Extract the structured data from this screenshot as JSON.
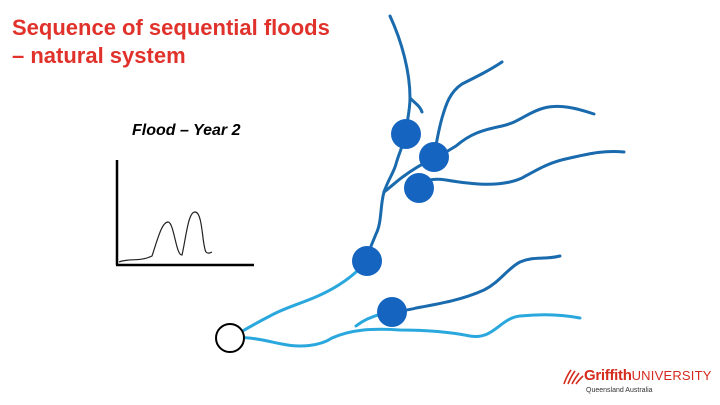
{
  "slide": {
    "title_line1": "Sequence of sequential floods",
    "title_line2": "– natural system"
  },
  "hydrograph": {
    "title": "Flood – Year 2"
  },
  "logo": {
    "name": "Griffith",
    "name_suffix": "UNIVERSITY",
    "subtitle": "Queensland Australia"
  },
  "colors": {
    "title": "#e0322b",
    "dark_river": "#1a6aae",
    "light_river": "#2aa8de",
    "node": "#1565c0",
    "logo": "#d52b1e"
  }
}
